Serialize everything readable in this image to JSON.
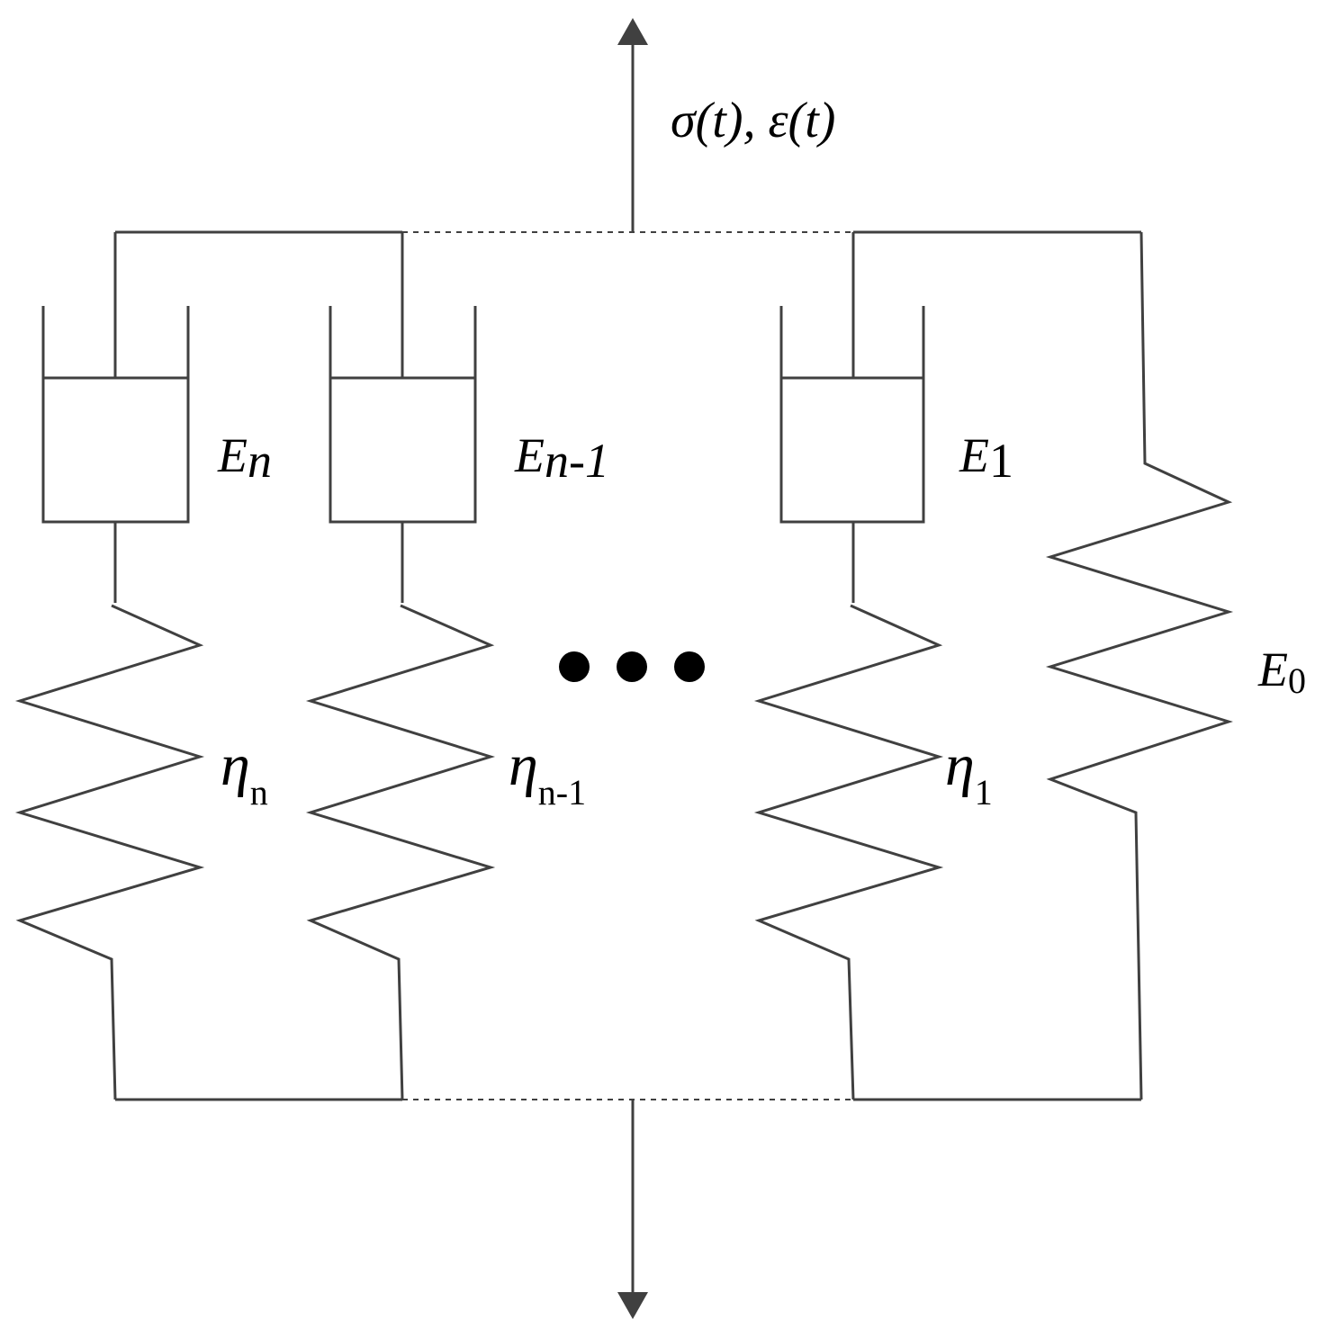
{
  "load": {
    "label_main": "σ(t),  ε(t)"
  },
  "branches": [
    {
      "modulus_base": "E",
      "modulus_sub": "n",
      "viscosity_base": "η",
      "viscosity_sub": "n"
    },
    {
      "modulus_base": "E",
      "modulus_sub": "n-1",
      "viscosity_base": "η",
      "viscosity_sub": "n-1"
    },
    {
      "modulus_base": "E",
      "modulus_sub": "1",
      "viscosity_base": "η",
      "viscosity_sub": "1"
    }
  ],
  "spring_only": {
    "modulus_base": "E",
    "modulus_sub": "0"
  },
  "colors": {
    "stroke": "#404040",
    "text": "#000000",
    "dot": "#000000"
  }
}
